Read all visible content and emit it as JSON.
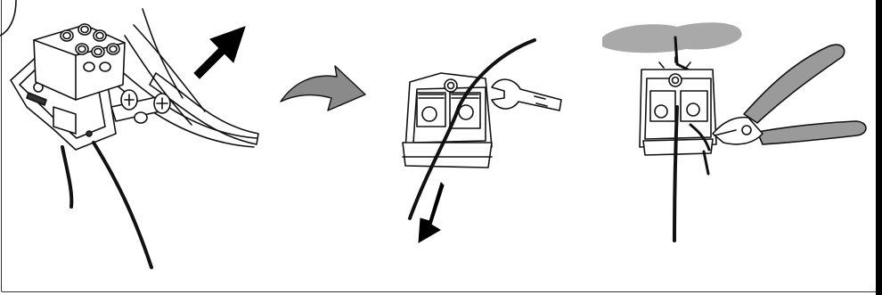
{
  "figure": {
    "panels": [
      {
        "id": "step-1",
        "description_name": "remove-terminal-block"
      },
      {
        "id": "step-2",
        "description_name": "loosen-screw-pull-wire"
      },
      {
        "id": "step-3",
        "description_name": "cut-excess-wire"
      }
    ],
    "colors": {
      "line": "#111111",
      "arrow_fill": "#000000",
      "curved_arrow_fill": "#8a8a8a",
      "shadow_fill": "#a9a9a9",
      "pliers_handle": "#9a9a9a",
      "background": "#ffffff",
      "frame_edge": "#000000"
    }
  }
}
